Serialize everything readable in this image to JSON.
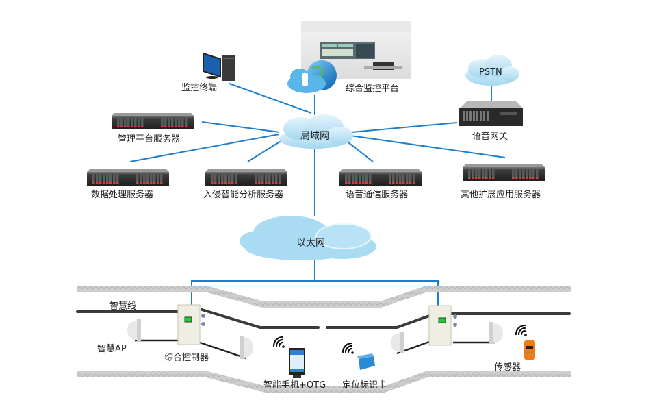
{
  "title": "综合监控系统网络拓扑",
  "colors": {
    "link": "#1a7fd0",
    "cloud": "#a9dcf3",
    "tunnel": "#c9c7c8",
    "cable": "#3a3a3a",
    "screen_green": "#22cc33",
    "card_blue": "#2a8ad4",
    "sensor_orange": "#f07a1c"
  },
  "clouds": {
    "lan": "局域网",
    "ethernet": "以太网",
    "pstn": "PSTN"
  },
  "top": {
    "monitor_terminal": "监控终端",
    "monitor_platform": "综合监控平台",
    "voice_gateway": "语音网关"
  },
  "servers": [
    {
      "id": "mgmt",
      "label": "管理平台服务器"
    },
    {
      "id": "data",
      "label": "数据处理服务器"
    },
    {
      "id": "intrusion",
      "label": "入侵智能分析服务器"
    },
    {
      "id": "voice",
      "label": "语音通信服务器"
    },
    {
      "id": "other",
      "label": "其他扩展应用服务器"
    }
  ],
  "tunnel": {
    "smart_line": "智慧线",
    "smart_ap": "智慧AP",
    "controller": "综合控制器",
    "phone": "智能手机+OTG",
    "tag_card": "定位标识卡",
    "sensor": "传感器"
  }
}
